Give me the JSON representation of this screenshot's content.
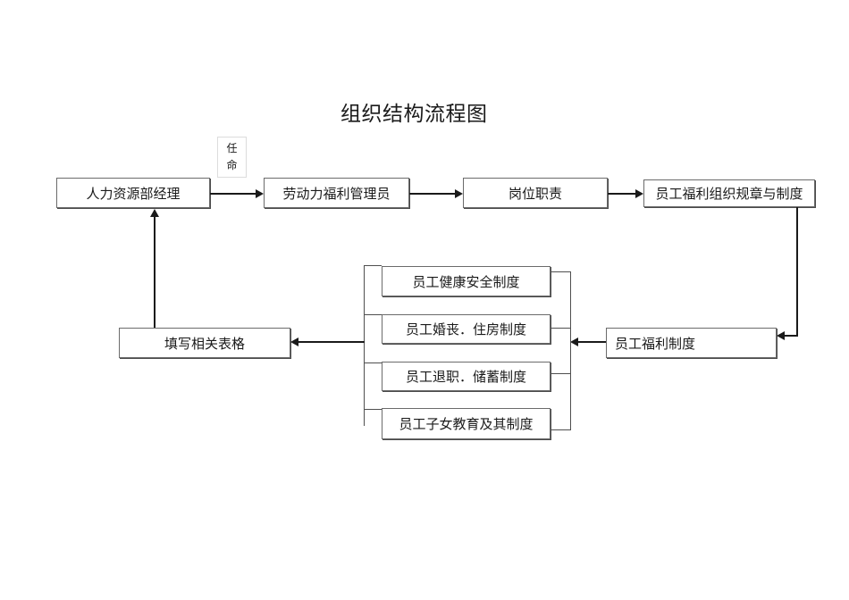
{
  "title": "组织结构流程图",
  "nodes": {
    "hr_manager": {
      "label": "人力资源部经理"
    },
    "welfare_admin": {
      "label": "劳动力福利管理员"
    },
    "job_duty": {
      "label": "岗位职责"
    },
    "org_rules": {
      "label": "员工福利组织规章与制度"
    },
    "welfare_system": {
      "label": "员工福利制度"
    },
    "health_safety": {
      "label": "员工健康安全制度"
    },
    "marriage_housing": {
      "label": "员工婚丧．住房制度"
    },
    "retirement_savings": {
      "label": "员工退职．储蓄制度"
    },
    "children_education": {
      "label": "员工子女教育及其制度"
    },
    "fill_forms": {
      "label": "填写相关表格"
    }
  },
  "annotations": {
    "appointment": {
      "label": "任命",
      "line1": "任",
      "line2": "命"
    }
  },
  "edges": [
    {
      "from": "hr_manager",
      "to": "welfare_admin",
      "annotation": "appointment"
    },
    {
      "from": "welfare_admin",
      "to": "job_duty"
    },
    {
      "from": "job_duty",
      "to": "org_rules"
    },
    {
      "from": "org_rules",
      "to": "welfare_system"
    },
    {
      "from": "welfare_system",
      "to": "institutions_group"
    },
    {
      "from": "institutions_group",
      "to": "fill_forms"
    },
    {
      "from": "fill_forms",
      "to": "hr_manager"
    }
  ],
  "colors": {
    "background": "#ffffff",
    "box_border": "#6b6b6b",
    "annotation_border": "#dcdcdc",
    "connector": "#1a1a1a",
    "bracket": "#4f4f4f",
    "text": "#1a1a1a"
  }
}
